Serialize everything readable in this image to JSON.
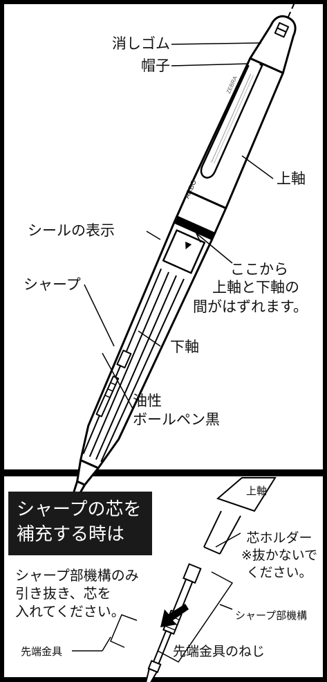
{
  "top_panel": {
    "labels": {
      "eraser": "消しゴム",
      "cap": "帽子",
      "upper_barrel": "上軸",
      "seal_display": "シールの表示",
      "separate_line1": "ここから",
      "separate_line2": "上軸と下軸の",
      "separate_line3": "間がはずれます。",
      "sharp": "シャープ",
      "lower_barrel": "下軸",
      "oil_line1": "油性",
      "oil_line2": "ボールペン黒"
    },
    "brand_text": "ZEBRA",
    "model_text": "ARBO"
  },
  "bottom_panel": {
    "title_line1": "シャープの芯を",
    "title_line2": "補充する時は",
    "upper_barrel": "上軸",
    "holder_line1": "芯ホルダー",
    "holder_line2": "※抜かないで",
    "holder_line3": "ください。",
    "instruction_line1": "シャープ部機構のみ",
    "instruction_line2": "引き抜き、芯を",
    "instruction_line3": "入れてください。",
    "mechanism": "シャープ部機構",
    "tip_fitting": "先端金具",
    "tip_screw": "先端金具のねじ"
  }
}
